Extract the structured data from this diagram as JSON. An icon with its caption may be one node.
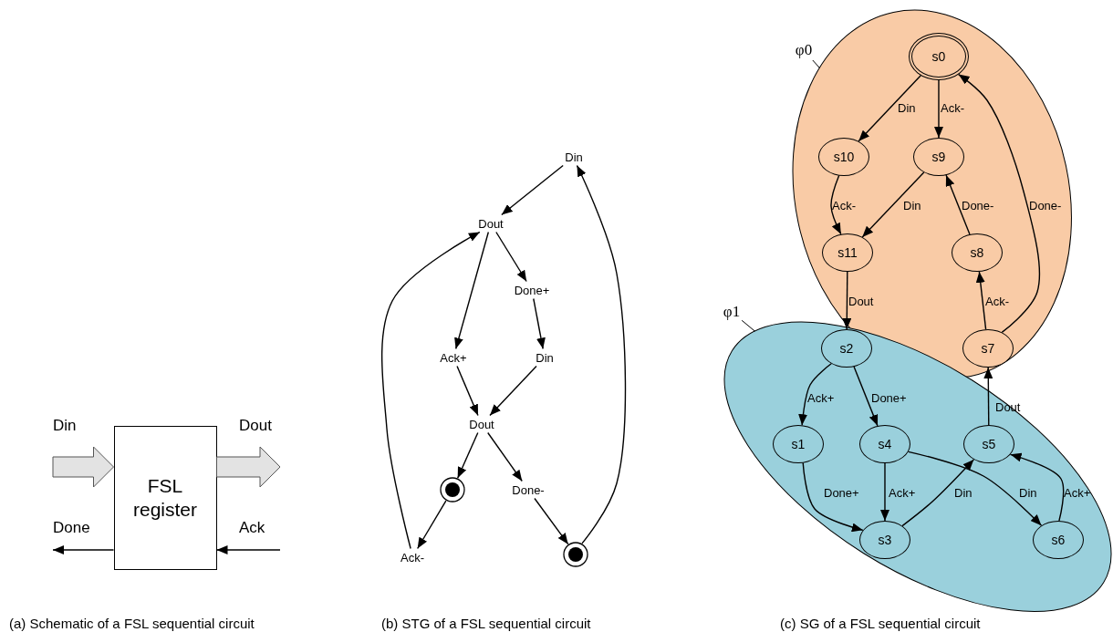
{
  "diagram": {
    "nodes": [
      {
        "text": [
          "FSL register"
        ]
      },
      {
        "text": [
          "Din"
        ]
      },
      {
        "text": [
          "Dout"
        ]
      },
      {
        "text": [
          "Done+"
        ]
      },
      {
        "text": [
          "Ack+"
        ]
      },
      {
        "text": [
          "Din"
        ]
      },
      {
        "text": [
          "Dout"
        ]
      },
      {
        "text": [],
        "shape": "circle"
      },
      {
        "text": [
          "Done-"
        ]
      },
      {
        "text": [
          "Ack-"
        ]
      },
      {
        "text": [],
        "shape": "circle"
      },
      {
        "text": [
          "φ0"
        ]
      },
      {
        "text": [],
        "shape": "ellipse"
      },
      {
        "text": [
          "s0"
        ],
        "in": 12
      },
      {
        "text": [
          "s10"
        ],
        "in": 12
      },
      {
        "text": [
          "s9"
        ],
        "in": 12
      },
      {
        "text": [
          "s11"
        ],
        "in": 12
      },
      {
        "text": [
          "s8"
        ],
        "in": 12
      },
      {
        "text": [
          "s7"
        ],
        "in": 12
      },
      {
        "text": [
          "φ1"
        ]
      },
      {
        "text": [],
        "shape": "ellipse"
      },
      {
        "text": [
          "s2"
        ],
        "in": 20
      },
      {
        "text": [
          "s1"
        ],
        "in": 20
      },
      {
        "text": [
          "s4"
        ],
        "in": 20
      },
      {
        "text": [
          "s5"
        ],
        "in": 20
      },
      {
        "text": [
          "s3"
        ],
        "in": 20
      },
      {
        "text": [
          "s6"
        ],
        "in": 20
      }
    ],
    "edges": [
      {
        "from": null,
        "to": 0,
        "arrow": "to",
        "label": "Din",
        "style": "thick"
      },
      {
        "from": 0,
        "to": null,
        "arrow": "to",
        "label": "Dout",
        "style": "thick"
      },
      {
        "from": 0,
        "to": null,
        "arrow": "to",
        "label": "Done"
      },
      {
        "from": null,
        "to": 0,
        "arrow": "to",
        "label": "Ack"
      },
      {
        "from": 1,
        "to": 2,
        "arrow": "to"
      },
      {
        "from": 2,
        "to": 4,
        "arrow": "to"
      },
      {
        "from": 2,
        "to": 3,
        "arrow": "to"
      },
      {
        "from": 3,
        "to": 5,
        "arrow": "to"
      },
      {
        "from": 4,
        "to": 6,
        "arrow": "to"
      },
      {
        "from": 5,
        "to": 6,
        "arrow": "to"
      },
      {
        "from": 6,
        "to": 7,
        "arrow": "to"
      },
      {
        "from": 6,
        "to": 8,
        "arrow": "to"
      },
      {
        "from": 7,
        "to": 9,
        "arrow": "to"
      },
      {
        "from": 8,
        "to": 10,
        "arrow": "to"
      },
      {
        "from": 9,
        "to": 2,
        "arrow": "to"
      },
      {
        "from": 10,
        "to": 1,
        "arrow": "to"
      },
      {
        "from": 11,
        "to": 12,
        "arrow": "none"
      },
      {
        "from": 13,
        "to": 14,
        "arrow": "to",
        "label": "Din"
      },
      {
        "from": 13,
        "to": 15,
        "arrow": "to",
        "label": "Ack-"
      },
      {
        "from": 14,
        "to": 16,
        "arrow": "to",
        "label": "Ack-"
      },
      {
        "from": 15,
        "to": 16,
        "arrow": "to",
        "label": "Din"
      },
      {
        "from": 17,
        "to": 15,
        "arrow": "to",
        "label": "Done-"
      },
      {
        "from": 18,
        "to": 13,
        "arrow": "to",
        "label": "Done-"
      },
      {
        "from": 18,
        "to": 17,
        "arrow": "to",
        "label": "Ack-"
      },
      {
        "from": 16,
        "to": 21,
        "arrow": "to",
        "label": "Dout"
      },
      {
        "from": 19,
        "to": 20,
        "arrow": "none"
      },
      {
        "from": 21,
        "to": 22,
        "arrow": "to",
        "label": "Ack+"
      },
      {
        "from": 21,
        "to": 23,
        "arrow": "to",
        "label": "Done+"
      },
      {
        "from": 22,
        "to": 25,
        "arrow": "to",
        "label": "Done+"
      },
      {
        "from": 23,
        "to": 25,
        "arrow": "to",
        "label": "Ack+"
      },
      {
        "from": 25,
        "to": 24,
        "arrow": "to",
        "label": "Din"
      },
      {
        "from": 23,
        "to": 26,
        "arrow": "to",
        "label": "Din"
      },
      {
        "from": 26,
        "to": 24,
        "arrow": "to",
        "label": "Ack+"
      },
      {
        "from": 24,
        "to": 18,
        "arrow": "to",
        "label": "Dout"
      }
    ],
    "labels": [
      "(a) Schematic of a FSL sequential circuit",
      "(b) STG of a FSL sequential circuit",
      "(c) SG of a FSL sequential circuit"
    ]
  }
}
